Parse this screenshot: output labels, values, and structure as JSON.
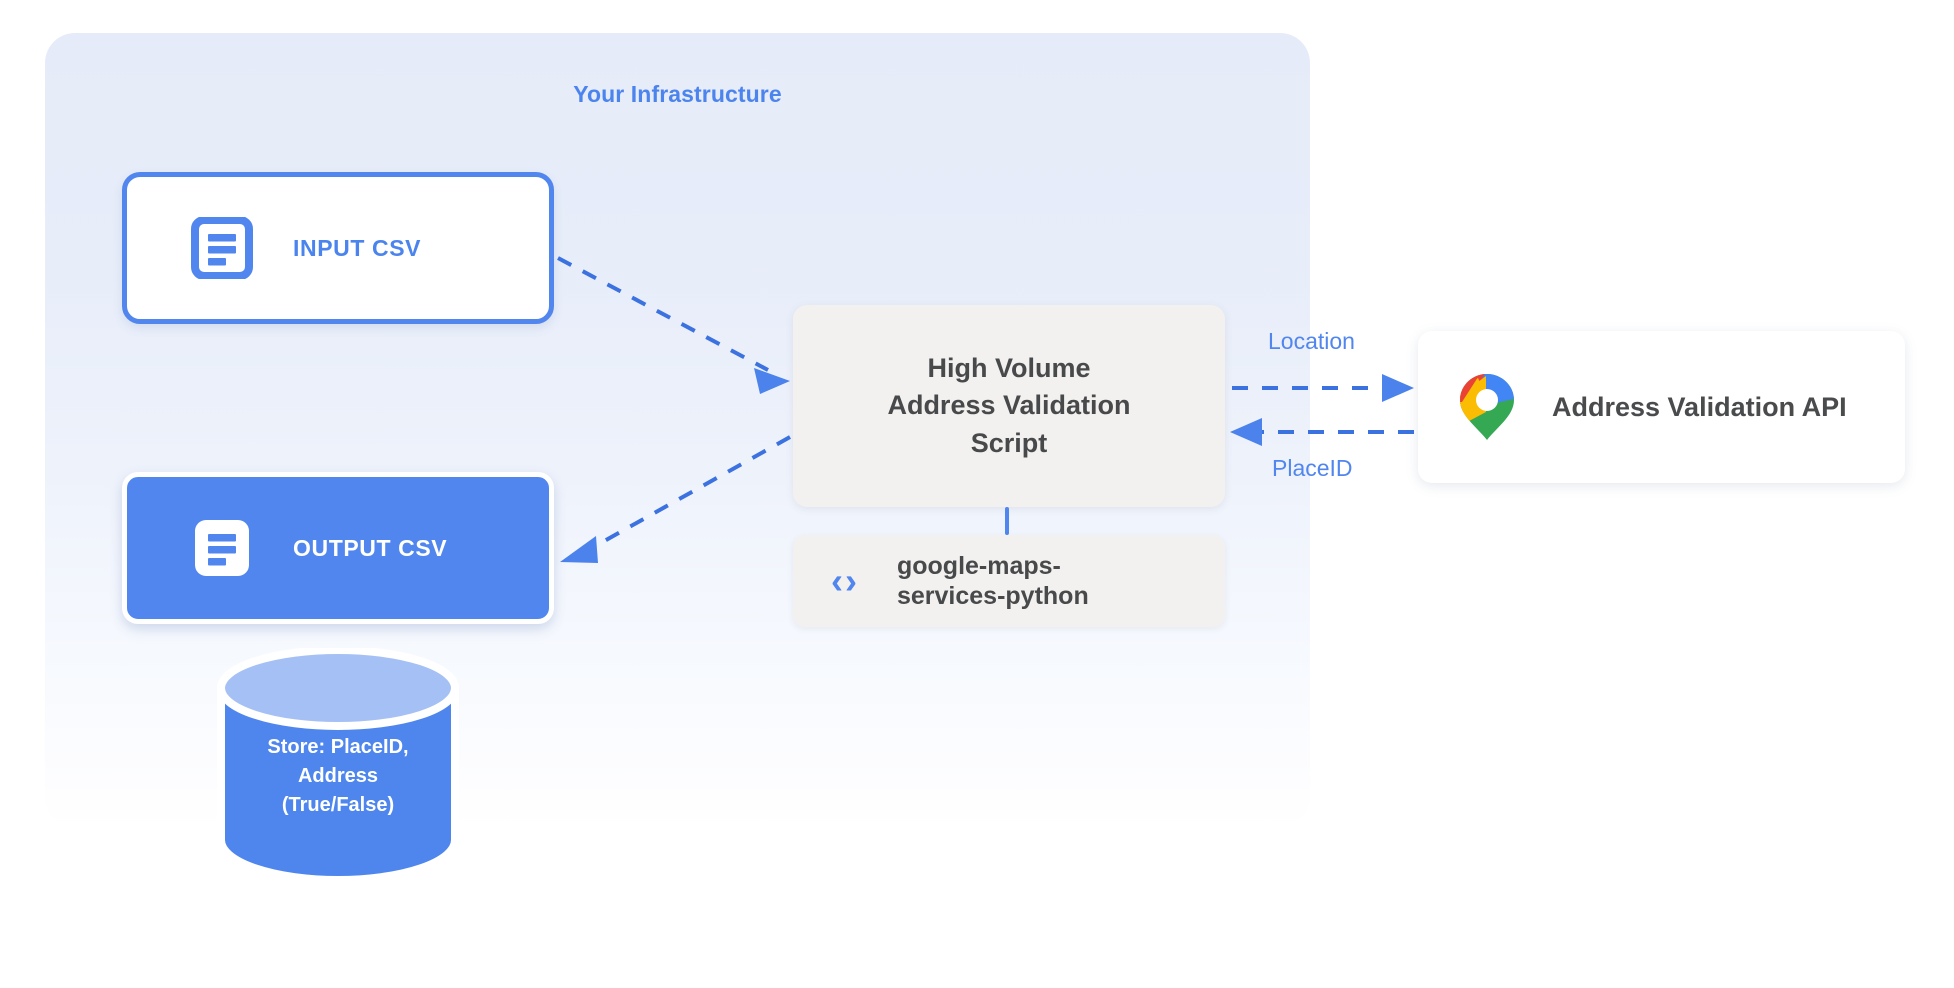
{
  "diagram": {
    "panel": {
      "title": "Your Infrastructure",
      "title_color": "#4c84ee",
      "background_top_color": "#e5ebf8",
      "background_bottom_color": "#ffffff"
    },
    "nodes": {
      "input_csv": {
        "label": "INPUT CSV",
        "icon": "document-icon",
        "fill": "#ffffff",
        "border_color": "#5186ee",
        "text_color": "#4c84ee"
      },
      "output_csv": {
        "label": "OUTPUT CSV",
        "icon": "document-icon",
        "fill": "#5186ee",
        "border_color": "#ffffff",
        "text_color": "#ffffff"
      },
      "script": {
        "lines": [
          "High Volume",
          "Address Validation",
          "Script"
        ],
        "fill": "#f2f1ef",
        "text_color": "#48494b"
      },
      "library": {
        "label": "google-maps-\nservices-python",
        "icon": "code-icon",
        "icon_glyph": "‹›",
        "fill": "#f2f1ef",
        "text_color": "#48494b",
        "icon_color": "#5186ee"
      },
      "api": {
        "label": "Address Validation API",
        "icon": "google-maps-pin-icon",
        "fill": "#ffffff",
        "text_color": "#4a4b4d"
      },
      "database": {
        "label": "Store: PlaceID,\nAddress\n(True/False)",
        "body_color": "#4e86ee",
        "top_color": "#a5c0f4",
        "text_color": "#ffffff"
      }
    },
    "edges": [
      {
        "name": "input-to-script",
        "label": "",
        "style": "dashed",
        "color": "#3b72e0",
        "direction": "right"
      },
      {
        "name": "script-to-output",
        "label": "",
        "style": "dashed",
        "color": "#3b72e0",
        "direction": "left"
      },
      {
        "name": "script-to-api",
        "label": "Location",
        "style": "dashed",
        "color": "#3b72e0",
        "direction": "right"
      },
      {
        "name": "api-to-script",
        "label": "PlaceID",
        "style": "dashed",
        "color": "#3b72e0",
        "direction": "left"
      },
      {
        "name": "script-to-library",
        "label": "",
        "style": "solid",
        "color": "#5186ee",
        "direction": "none"
      }
    ],
    "labels": {
      "location": "Location",
      "placeid": "PlaceID"
    }
  }
}
